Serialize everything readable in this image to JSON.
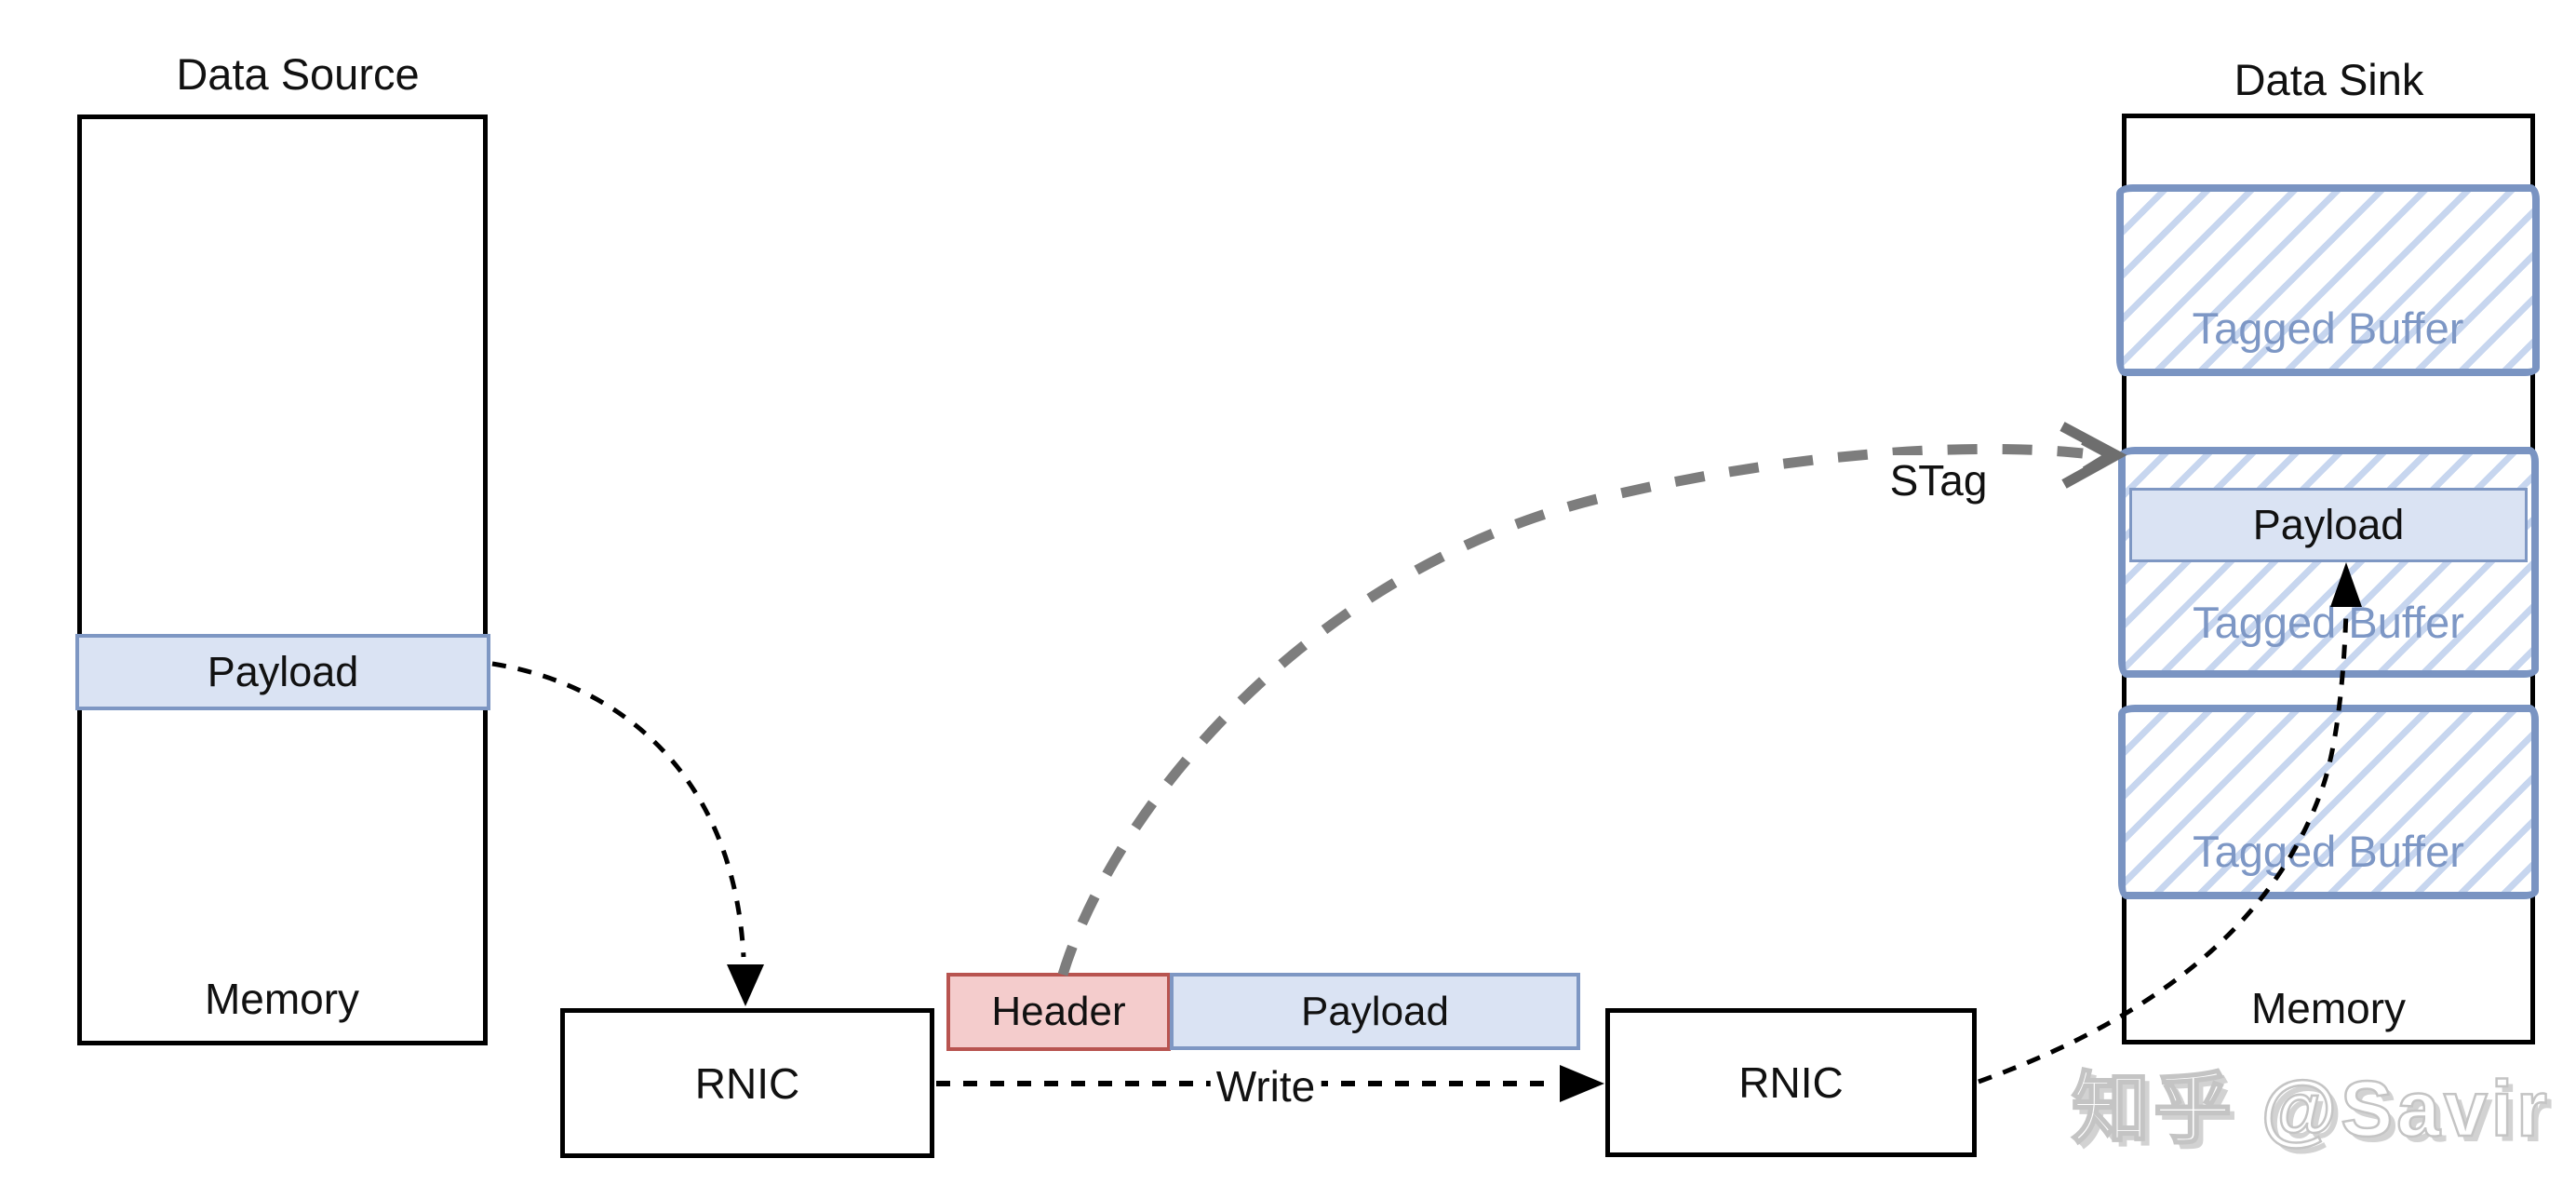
{
  "source": {
    "title": "Data Source",
    "payload": "Payload",
    "memory": "Memory"
  },
  "sink": {
    "title": "Data Sink",
    "payload": "Payload",
    "memory": "Memory",
    "tagged_buffers": [
      "Tagged Buffer",
      "Tagged Buffer",
      "Tagged Buffer"
    ]
  },
  "rnic": {
    "left": "RNIC",
    "right": "RNIC"
  },
  "packet": {
    "header": "Header",
    "payload": "Payload"
  },
  "arrows": {
    "write": "Write",
    "stag": "STag"
  },
  "watermark": {
    "brand": "知乎",
    "user": "@Savir"
  },
  "colors": {
    "payload_fill": "#dae3f3",
    "payload_border": "#7e97c3",
    "header_fill": "#f4cccc",
    "header_border": "#b85450",
    "buffer_border": "#7a94c2",
    "buffer_hatch": "#c7d6ef",
    "buffer_text": "#7d97c5",
    "stag_arrow_gray": "#7d7d7d",
    "line_black": "#000000",
    "watermark_gray": "#c9c9c9"
  }
}
